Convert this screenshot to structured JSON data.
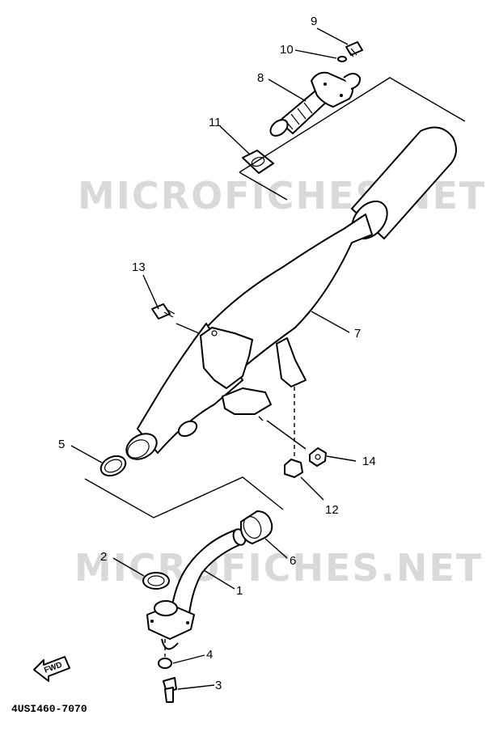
{
  "watermark": "MICROFICHES.NET",
  "diagram_code": "4USI460-7070",
  "fwd_label": "FWD",
  "callouts": [
    {
      "id": "c1",
      "label": "1"
    },
    {
      "id": "c2",
      "label": "2"
    },
    {
      "id": "c3",
      "label": "3"
    },
    {
      "id": "c4",
      "label": "4"
    },
    {
      "id": "c5",
      "label": "5"
    },
    {
      "id": "c6",
      "label": "6"
    },
    {
      "id": "c7",
      "label": "7"
    },
    {
      "id": "c8",
      "label": "8"
    },
    {
      "id": "c9",
      "label": "9"
    },
    {
      "id": "c10",
      "label": "10"
    },
    {
      "id": "c11",
      "label": "11"
    },
    {
      "id": "c12",
      "label": "12"
    },
    {
      "id": "c13",
      "label": "13"
    },
    {
      "id": "c14",
      "label": "14"
    }
  ]
}
